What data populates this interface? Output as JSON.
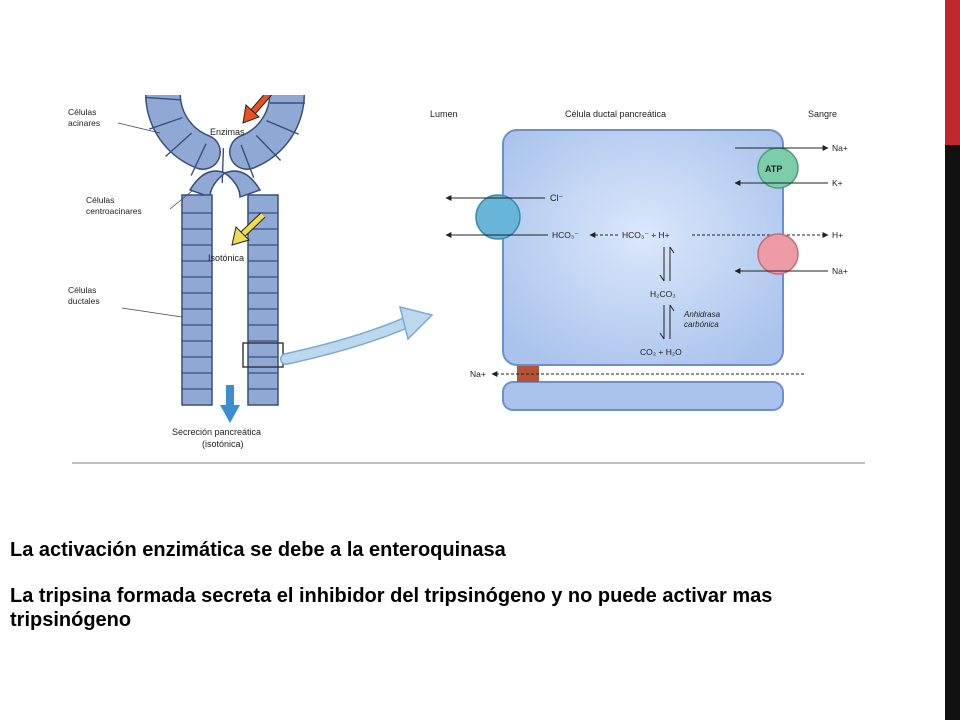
{
  "colors": {
    "accent_red": "#c0282b",
    "bar_dark": "#111111",
    "cell_fill": "#8fa8d4",
    "cell_stroke": "#3a4f7a",
    "ductal_cell": "#a9c3ec",
    "ductal_stroke": "#6e8fcc",
    "cl_channel": "#67b6da",
    "exchanger": "#ec9aa6",
    "atp_pump": "#7ccda9",
    "tight_junction": "#b5533a",
    "enzyme_arrow": "#e8521f",
    "isotonic_arrow": "#f2dd52",
    "secretion_arrow": "#3b8fd1",
    "big_arrow": "#bcd8ef",
    "rule": "#bfbfbf"
  },
  "acinus": {
    "label_acinar": [
      "Células",
      "acinares"
    ],
    "label_enzymes": "Enzimas",
    "label_centroacinar": [
      "Células",
      "centroacinares"
    ],
    "label_isotonic": "Isotónica",
    "label_ductal": [
      "Células",
      "ductales"
    ],
    "label_secretion": [
      "Secreción pancreática",
      "(isotónica)"
    ]
  },
  "duct_cell": {
    "lumen": "Lumen",
    "cell_title": "Célula ductal pancreática",
    "blood": "Sangre",
    "na_top": "Na+",
    "atp": "ATP",
    "k_plus": "K+",
    "cl_minus": "Cl⁻",
    "hco3_left": "HCO₃⁻",
    "hco3_mid": "HCO₃⁻ + H+",
    "h_plus": "H+",
    "na_mid": "Na+",
    "h2co3": "H₂CO₃",
    "enzyme_name": [
      "Anhidrasa",
      "carbónica"
    ],
    "co2_h2o": "CO₂ + H₂O",
    "na_bottom": "Na+"
  },
  "text": {
    "bullet1": "La activación enzimática se debe a la enteroquinasa",
    "bullet2": "La tripsina formada secreta el inhibidor del tripsinógeno y no puede activar mas tripsinógeno"
  }
}
